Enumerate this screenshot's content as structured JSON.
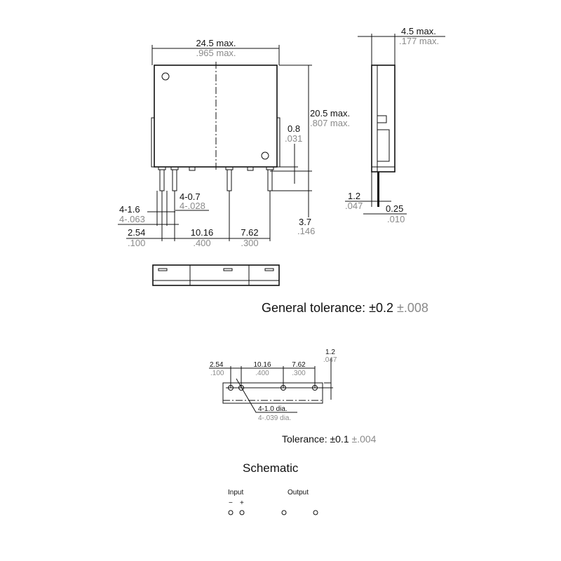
{
  "front_view": {
    "width_mm": "24.5 max.",
    "width_in": ".965 max.",
    "height_mm": "20.5 max.",
    "height_in": ".807 max.",
    "standoff_mm": "0.8",
    "standoff_in": ".031",
    "pin_len_mm": "3.7",
    "pin_len_in": ".146",
    "pin_w_mm": "4-0.7",
    "pin_w_in": "4-.028",
    "pin_s_mm": "4-1.6",
    "pin_s_in": "4-.063",
    "pitch1_mm": "2.54",
    "pitch1_in": ".100",
    "pitch2_mm": "10.16",
    "pitch2_in": ".400",
    "pitch3_mm": "7.62",
    "pitch3_in": ".300"
  },
  "side_view": {
    "depth_mm": "4.5 max.",
    "depth_in": ".177 max.",
    "offset_mm": "1.2",
    "offset_in": ".047",
    "pin_t_mm": "0.25",
    "pin_t_in": ".010"
  },
  "general_tolerance": {
    "label": "General tolerance: ±0.2",
    "inch": "±.008"
  },
  "footprint": {
    "pitch1_mm": "2.54",
    "pitch1_in": ".100",
    "pitch2_mm": "10.16",
    "pitch2_in": ".400",
    "pitch3_mm": "7.62",
    "pitch3_in": ".300",
    "offset_mm": "1.2",
    "offset_in": ".047",
    "hole_mm": "4-1.0 dia.",
    "hole_in": "4-.039 dia."
  },
  "tolerance": {
    "label": "Tolerance: ±0.1",
    "inch": "±.004"
  },
  "schematic": {
    "title": "Schematic",
    "input": "Input",
    "output": "Output",
    "minus": "−",
    "plus": "+"
  }
}
